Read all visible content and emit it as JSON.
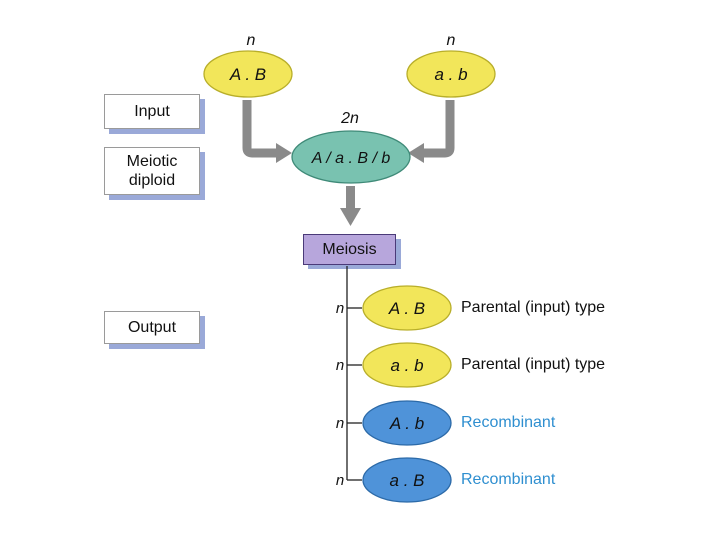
{
  "side_labels": {
    "input": "Input",
    "meiotic_diploid_line1": "Meiotic",
    "meiotic_diploid_line2": "diploid",
    "output": "Output"
  },
  "parents": {
    "ploidy": "n",
    "left_genotype": "A . B",
    "right_genotype": "a . b"
  },
  "diploid": {
    "ploidy": "2n",
    "genotype": "A / a . B / b"
  },
  "process_label": "Meiosis",
  "outputs": [
    {
      "ploidy": "n",
      "genotype": "A . B",
      "type": "Parental (input) type",
      "kind": "parental"
    },
    {
      "ploidy": "n",
      "genotype": "a . b",
      "type": "Parental (input) type",
      "kind": "parental"
    },
    {
      "ploidy": "n",
      "genotype": "A . b",
      "type": "Recombinant",
      "kind": "recombinant"
    },
    {
      "ploidy": "n",
      "genotype": "a . B",
      "type": "Recombinant",
      "kind": "recombinant"
    }
  ],
  "colors": {
    "parental": "#f2e65a",
    "diploid": "#79c2b0",
    "recombinant": "#4f93d9",
    "recombinant_text": "#2f8fd0",
    "arrow": "#8a8a8a"
  }
}
